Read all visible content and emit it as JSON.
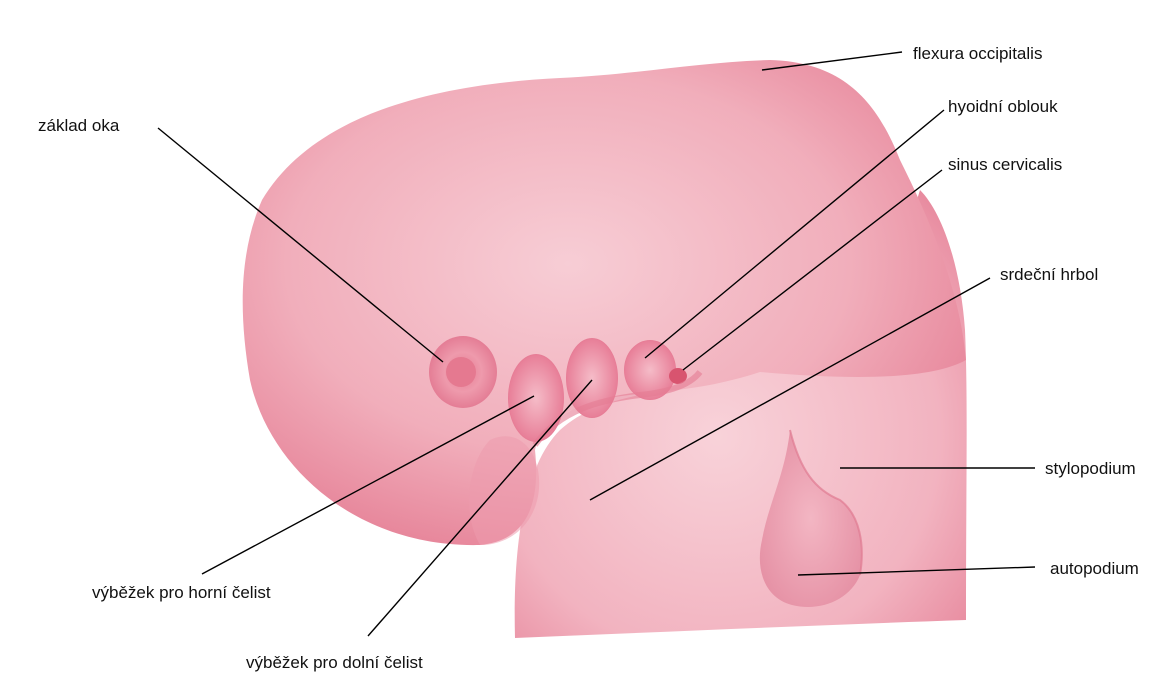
{
  "labels": {
    "zaklad_oka": "základ oka",
    "flexura_occipitalis": "flexura occipitalis",
    "hyoidni_oblouk": "hyoidní oblouk",
    "sinus_cervicalis": "sinus cervicalis",
    "srdecni_hrbol": "srdeční hrbol",
    "stylopodium": "stylopodium",
    "autopodium": "autopodium",
    "vybezek_horni": "výběžek pro horní čelist",
    "vybezek_dolni": "výběžek pro dolní čelist"
  },
  "colors": {
    "embryo_light": "#f6c9d1",
    "embryo_mid": "#ef9fb0",
    "embryo_dark": "#e06a83",
    "leader_line": "#000000"
  }
}
